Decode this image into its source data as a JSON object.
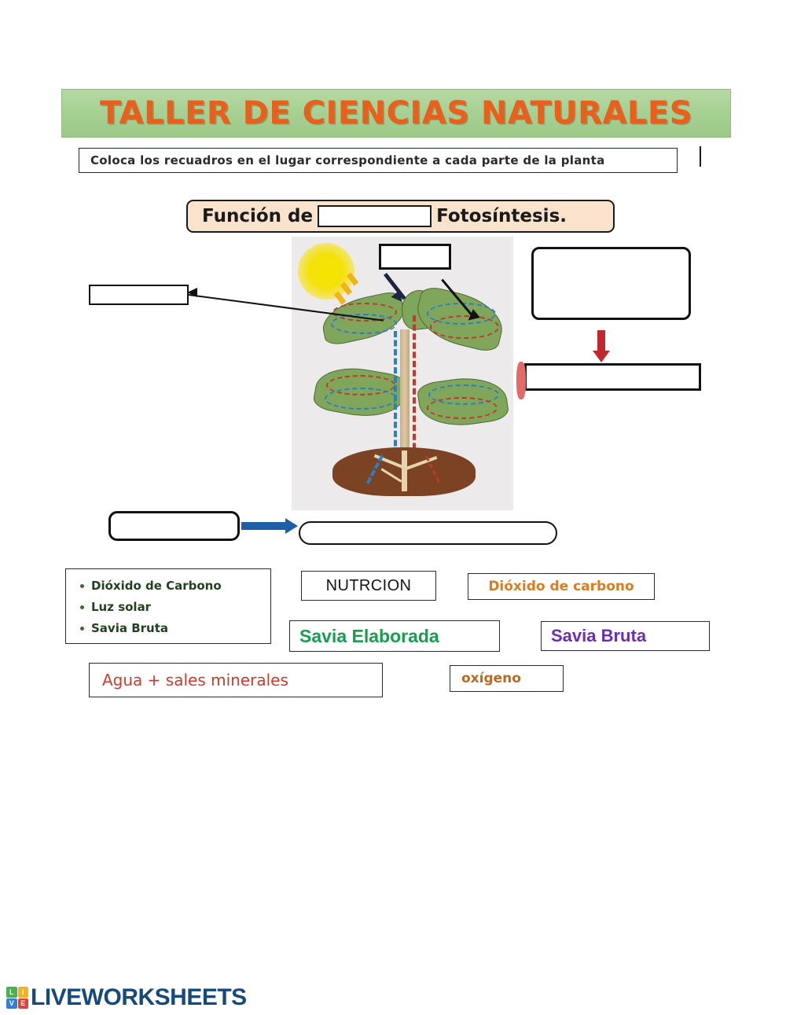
{
  "header": {
    "title": "TALLER DE CIENCIAS NATURALES",
    "banner_color": "#a8d194",
    "title_color": "#e8601c"
  },
  "instruction": {
    "text": "Coloca los recuadros en el lugar correspondiente a cada parte de la planta"
  },
  "funcion_bar": {
    "prefix_label": "Función de",
    "suffix_label": "Fotosíntesis.",
    "blank_value": "",
    "background_color": "#fae3cd"
  },
  "diagram": {
    "alt_name": "photosynthesis-plant-diagram",
    "blanks": [
      {
        "name": "blank-top-center",
        "value": ""
      },
      {
        "name": "blank-left",
        "value": ""
      },
      {
        "name": "blank-right-rounded",
        "value": ""
      },
      {
        "name": "blank-right-rect",
        "value": ""
      },
      {
        "name": "blank-bottom-left",
        "value": ""
      },
      {
        "name": "blank-bottom-right",
        "value": ""
      }
    ],
    "arrow_colors": {
      "black": "#111111",
      "red": "#c1272d",
      "blue": "#1f5fa8"
    }
  },
  "word_bank": {
    "list_box": {
      "items": [
        "Dióxido de Carbono",
        "Luz solar",
        "Savia Bruta"
      ],
      "text_color": "#22421f",
      "bullet_color": "#3d6b2e"
    },
    "cards": [
      {
        "label": "NUTRCION",
        "color": "#141414"
      },
      {
        "label": "Dióxido de carbono",
        "color": "#e07b1c"
      },
      {
        "label": "Savia Elaborada",
        "color": "#16a04e"
      },
      {
        "label": "Savia Bruta",
        "color": "#6a2db5"
      },
      {
        "label": "Agua + sales minerales",
        "color": "#d8372b"
      },
      {
        "label": "oxígeno",
        "color": "#c06a18"
      }
    ]
  },
  "footer": {
    "brand": "LIVEWORKSHEETS",
    "logo_letters": [
      "L",
      "I",
      "V",
      "E"
    ],
    "brand_color": "#164a7d"
  }
}
